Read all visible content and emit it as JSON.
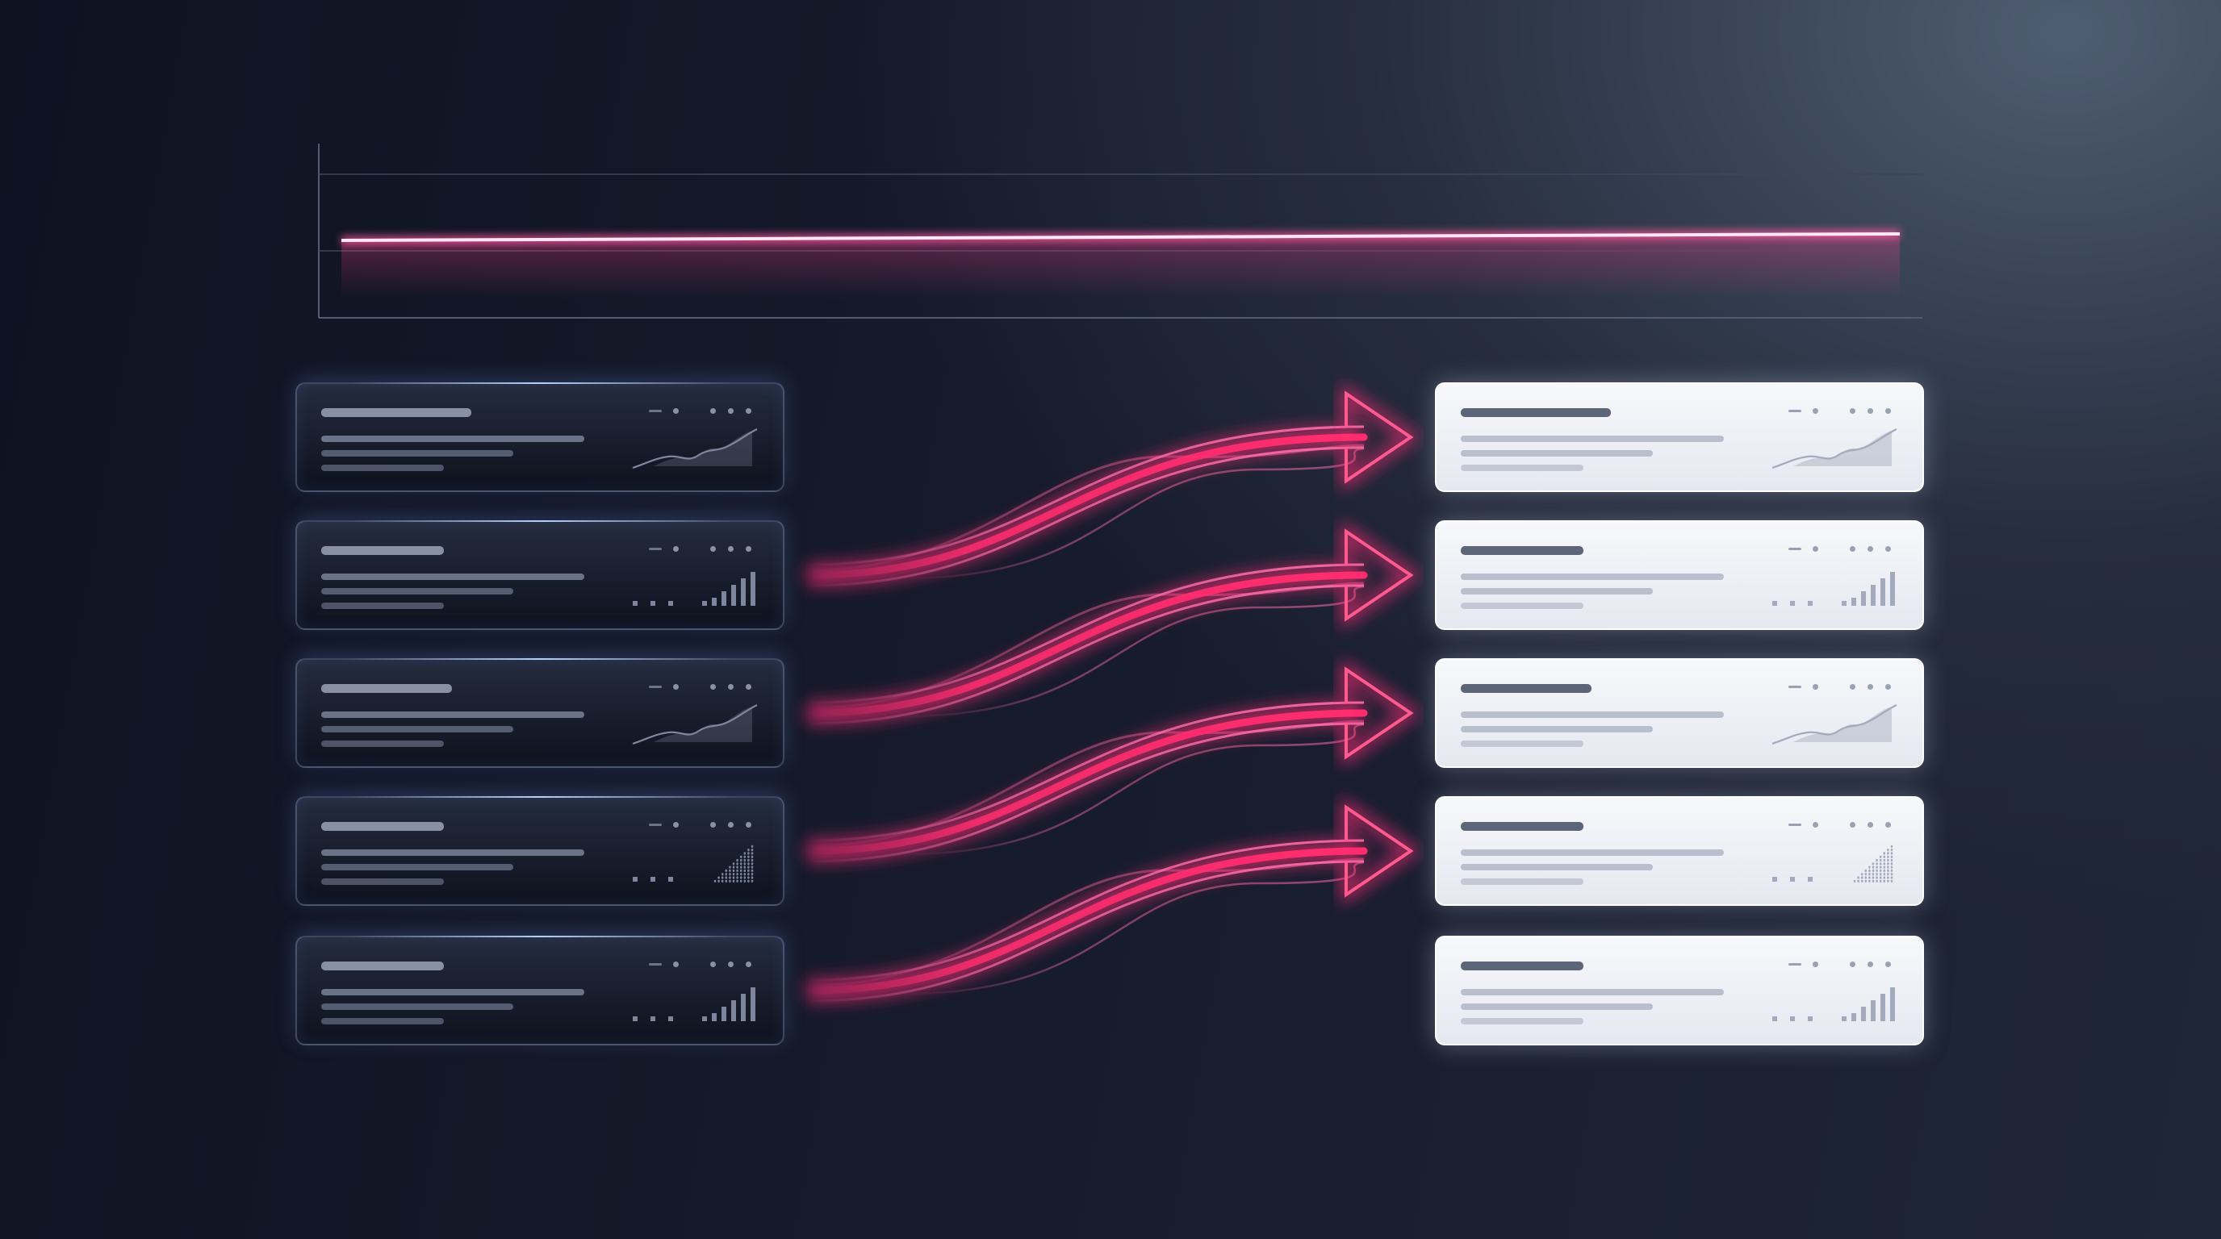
{
  "canvas": {
    "colors": {
      "arrow_core": "#ff2d6e",
      "arrow_outline": "#ff5a8e",
      "arrow_glow": "#ff2a78",
      "top_line": "#ffe6f4",
      "dark_card_border": "#788aaa",
      "light_card_bg": "#f2f4f8"
    }
  },
  "top_chart": {
    "type": "line",
    "series_values": [
      0.0,
      1.0
    ],
    "grid_lines": 2,
    "fill_under_line": true
  },
  "source_cards": [
    {
      "id": "source-1",
      "mini_chart": "line-area"
    },
    {
      "id": "source-2",
      "mini_chart": "bars"
    },
    {
      "id": "source-3",
      "mini_chart": "line-area"
    },
    {
      "id": "source-4",
      "mini_chart": "dotted-triangle"
    },
    {
      "id": "source-5",
      "mini_chart": "bars"
    }
  ],
  "target_cards": [
    {
      "id": "target-1",
      "mini_chart": "line-area"
    },
    {
      "id": "target-2",
      "mini_chart": "bars"
    },
    {
      "id": "target-3",
      "mini_chart": "line-area"
    },
    {
      "id": "target-4",
      "mini_chart": "dotted-triangle"
    },
    {
      "id": "target-5",
      "mini_chart": "bars"
    }
  ],
  "connections": [
    {
      "from": "source-2",
      "to": "target-1"
    },
    {
      "from": "source-3",
      "to": "target-2"
    },
    {
      "from": "source-4",
      "to": "target-3"
    },
    {
      "from": "source-5",
      "to": "target-4"
    }
  ]
}
